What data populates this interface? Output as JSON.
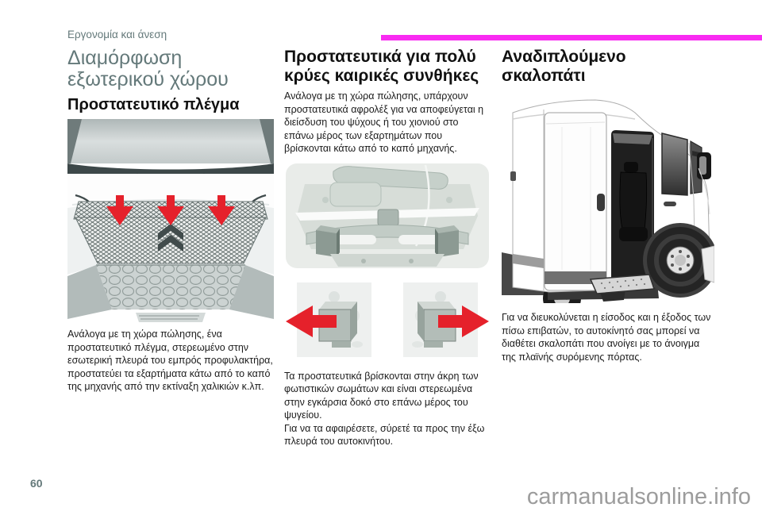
{
  "page": {
    "section_label": "Εργονομία και άνεση",
    "page_number": "60",
    "watermark": "carmanualsonline.info"
  },
  "colors": {
    "accent_magenta": "#f92bf2",
    "heading_teal": "#64797a",
    "arrow_red": "#e5212b",
    "body_text": "#1b1b1b",
    "watermark_gray": "#9c9c9c"
  },
  "left_column": {
    "title": "Διαμόρφωση εξωτερικού χώρου",
    "subtitle": "Προστατευτικό πλέγμα",
    "illustration": "van-front-grille-with-three-red-arrows",
    "body": "Ανάλογα με τη χώρα πώλησης, ένα προστατευτικό πλέγμα, στερεωμένο στην εσωτερική πλευρά του εμπρός προφυλακτήρα, προστατεύει τα εξαρτήματα κάτω από το καπό της μηχανής από την εκτίναξη χαλικιών κ.λπ."
  },
  "middle_column": {
    "title": "Προστατευτικά για πολύ κρύες καιρικές συνθήκες",
    "body_intro": "Ανάλογα με τη χώρα πώλησης, υπάρχουν προστατευτικά αφρολέξ για να αποφεύγεται η διείσδυση του ψύχους ή του χιονιού στο επάνω μέρος των εξαρτημάτων που βρίσκονται κάτω από το καπό μηχανής.",
    "illustration_top": "engine-bay-top-view",
    "illustration_bottom": "foam-protector-removal-arrows",
    "body_outro_line1": "Τα προστατευτικά βρίσκονται στην άκρη των φωτιστικών σωμάτων και είναι στερεωμένα στην εγκάρσια δοκό στο επάνω μέρος του ψυγείου.",
    "body_outro_line2": "Για να τα αφαιρέσετε, σύρετέ τα προς την έξω πλευρά του αυτοκινήτου."
  },
  "right_column": {
    "title": "Αναδιπλούμενο σκαλοπάτι",
    "illustration": "van-side-open-sliding-door-with-step",
    "body": "Για να διευκολύνεται η είσοδος και η έξοδος των πίσω επιβατών, το αυτοκίνητό σας μπορεί να διαθέτει σκαλοπάτι που ανοίγει με το άνοιγμα της πλαϊνής συρόμενης πόρτας."
  }
}
